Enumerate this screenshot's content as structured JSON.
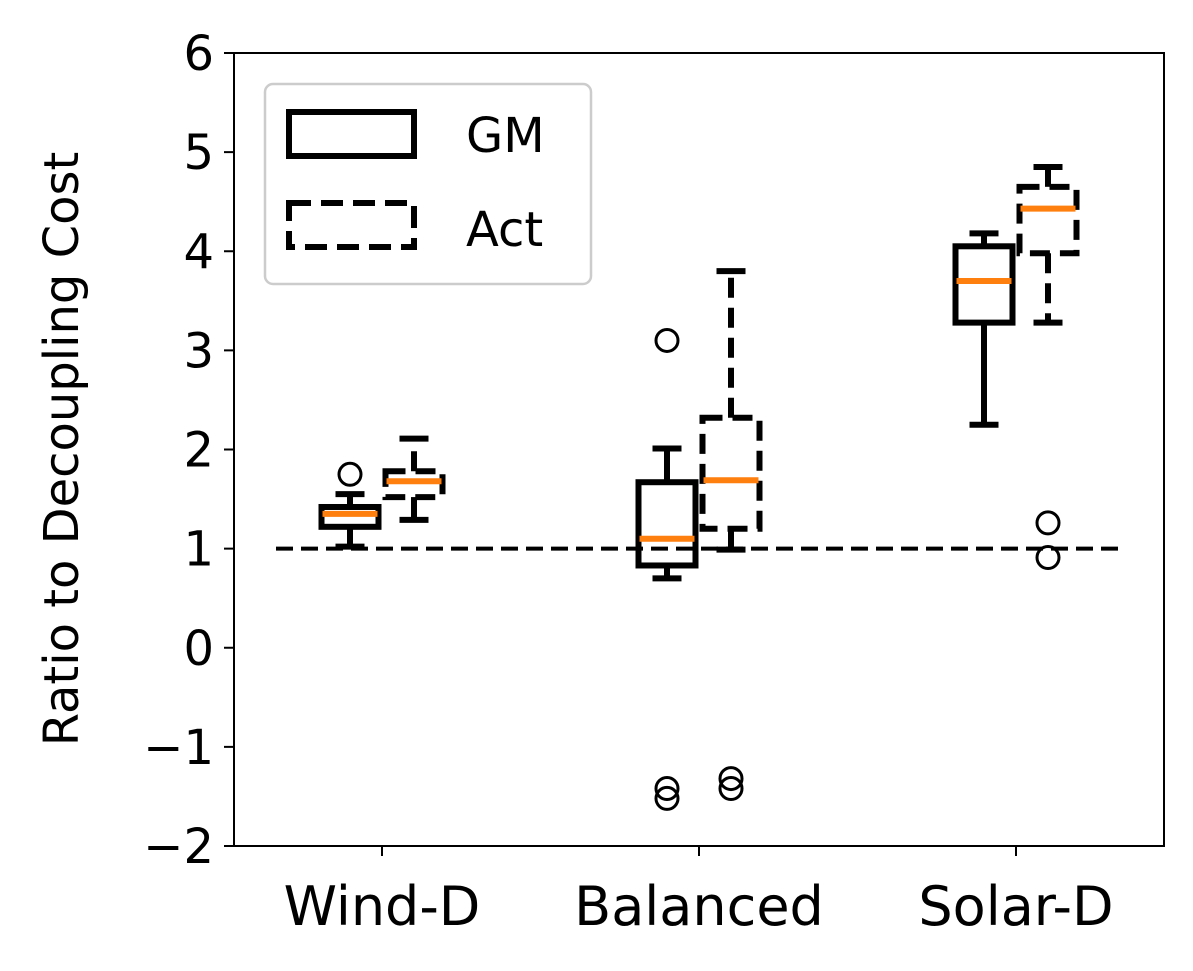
{
  "chart_data": {
    "type": "boxplot",
    "title": "",
    "xlabel": "",
    "ylabel": "Ratio to Decoupling Cost",
    "ylim": [
      -2,
      6
    ],
    "yticks": [
      -2,
      -1,
      0,
      1,
      2,
      3,
      4,
      5,
      6
    ],
    "ytick_labels": [
      "−2",
      "−1",
      "0",
      "1",
      "2",
      "3",
      "4",
      "5",
      "6"
    ],
    "categories": [
      "Wind-D",
      "Balanced",
      "Solar-D"
    ],
    "reference_line": {
      "y": 1,
      "style": "dashed",
      "color": "#000000"
    },
    "legend": {
      "position": "top-left",
      "entries": [
        {
          "label": "GM",
          "style": "solid"
        },
        {
          "label": "Act",
          "style": "dashed"
        }
      ]
    },
    "series": [
      {
        "name": "GM",
        "style": "solid",
        "boxes": [
          {
            "whisker_low": 1.02,
            "q1": 1.22,
            "median": 1.35,
            "q3": 1.42,
            "whisker_high": 1.55,
            "outliers": [
              1.75
            ]
          },
          {
            "whisker_low": 0.7,
            "q1": 0.83,
            "median": 1.1,
            "q3": 1.67,
            "whisker_high": 2.01,
            "outliers": [
              3.1,
              -1.42,
              -1.52
            ]
          },
          {
            "whisker_low": 2.25,
            "q1": 3.28,
            "median": 3.7,
            "q3": 4.05,
            "whisker_high": 4.18,
            "outliers": []
          }
        ]
      },
      {
        "name": "Act",
        "style": "dashed",
        "boxes": [
          {
            "whisker_low": 1.29,
            "q1": 1.52,
            "median": 1.68,
            "q3": 1.78,
            "whisker_high": 2.11,
            "outliers": []
          },
          {
            "whisker_low": 0.99,
            "q1": 1.2,
            "median": 1.69,
            "q3": 2.32,
            "whisker_high": 3.8,
            "outliers": [
              -1.32,
              -1.42
            ]
          },
          {
            "whisker_low": 3.28,
            "q1": 3.98,
            "median": 4.43,
            "q3": 4.65,
            "whisker_high": 4.85,
            "outliers": [
              1.26,
              0.91
            ]
          }
        ]
      }
    ],
    "colors": {
      "box": "#000000",
      "median": "#ff7f0e",
      "legend_border": "#cccccc"
    }
  }
}
